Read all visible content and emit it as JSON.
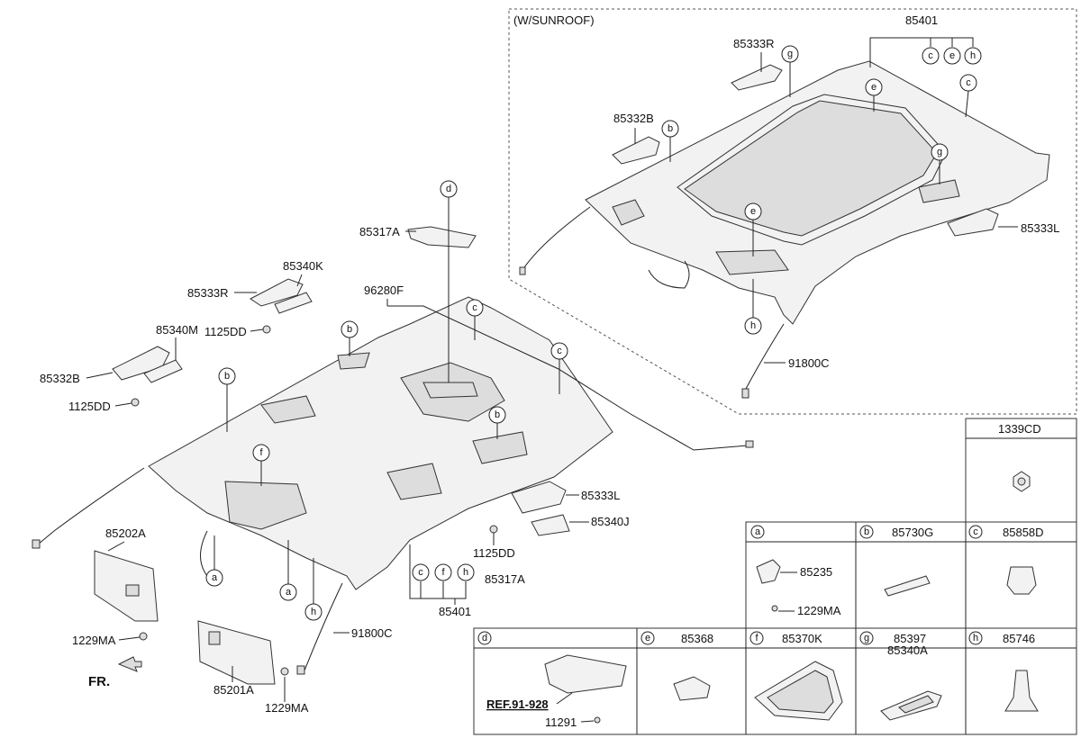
{
  "sunroof_title": "(W/SUNROOF)",
  "labels": {
    "sr_85401": "85401",
    "sr_85333R": "85333R",
    "sr_85332B": "85332B",
    "sr_85333L": "85333L",
    "sr_91800C": "91800C",
    "m_85317A_top": "85317A",
    "m_85340K": "85340K",
    "m_85333R": "85333R",
    "m_96280F": "96280F",
    "m_85340M": "85340M",
    "m_1125DD_a": "1125DD",
    "m_85332B": "85332B",
    "m_1125DD_b": "1125DD",
    "m_85333L": "85333L",
    "m_85340J": "85340J",
    "m_1125DD_c": "1125DD",
    "m_85202A": "85202A",
    "m_85317A_bot": "85317A",
    "m_85401": "85401",
    "m_1229MA_a": "1229MA",
    "m_91800C": "91800C",
    "m_85201A": "85201A",
    "m_1229MA_b": "1229MA",
    "fr": "FR."
  },
  "callouts": [
    "a",
    "b",
    "c",
    "d",
    "e",
    "f",
    "g",
    "h"
  ],
  "table": {
    "top_cell": "1339CD",
    "row1": [
      {
        "key": "a",
        "part": "",
        "sub": [
          "85235",
          "1229MA"
        ]
      },
      {
        "key": "b",
        "part": "85730G"
      },
      {
        "key": "c",
        "part": "85858D"
      }
    ],
    "row2": [
      {
        "key": "d",
        "part": "",
        "ref": "REF.91-928",
        "sub": [
          "11291"
        ]
      },
      {
        "key": "e",
        "part": "85368"
      },
      {
        "key": "f",
        "part": "85370K"
      },
      {
        "key": "g",
        "part": "85397",
        "part2": "85340A"
      },
      {
        "key": "h",
        "part": "85746"
      }
    ]
  }
}
